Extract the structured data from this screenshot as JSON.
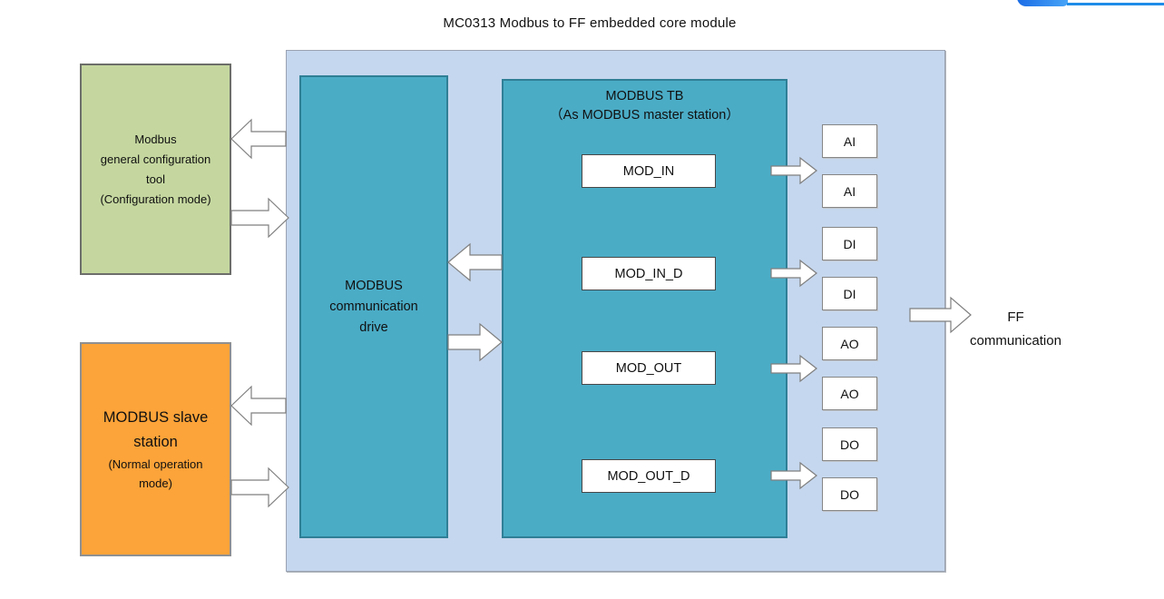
{
  "title": "MC0313 Modbus to FF embedded core module",
  "boxes": {
    "config_tool": {
      "line1": "Modbus",
      "line2": "general configuration",
      "line3": "tool",
      "line4": "(Configuration mode)"
    },
    "slave_station": {
      "line1": "MODBUS slave",
      "line2": "station",
      "line3": "(Normal operation",
      "line4": "mode)"
    },
    "comm_drive": {
      "line1": "MODBUS",
      "line2": "communication",
      "line3": "drive"
    },
    "modbus_tb": {
      "title": "MODBUS TB",
      "subtitle": "（As MODBUS master station）",
      "function_blocks": [
        "MOD_IN",
        "MOD_IN_D",
        "MOD_OUT",
        "MOD_OUT_D"
      ]
    }
  },
  "io_blocks": [
    "AI",
    "AI",
    "DI",
    "DI",
    "AO",
    "AO",
    "DO",
    "DO"
  ],
  "ff_label": {
    "line1": "FF",
    "line2": "communication"
  },
  "colors": {
    "container_fill": "#c5d7ee",
    "teal_fill": "#4bacc6",
    "teal_border": "#2f7f96",
    "green_fill": "#c5d79f",
    "orange_fill": "#fca339",
    "arrow_fill": "#ffffff",
    "arrow_stroke": "#7f7f7f",
    "accent_blue": "#1f8ce9"
  }
}
